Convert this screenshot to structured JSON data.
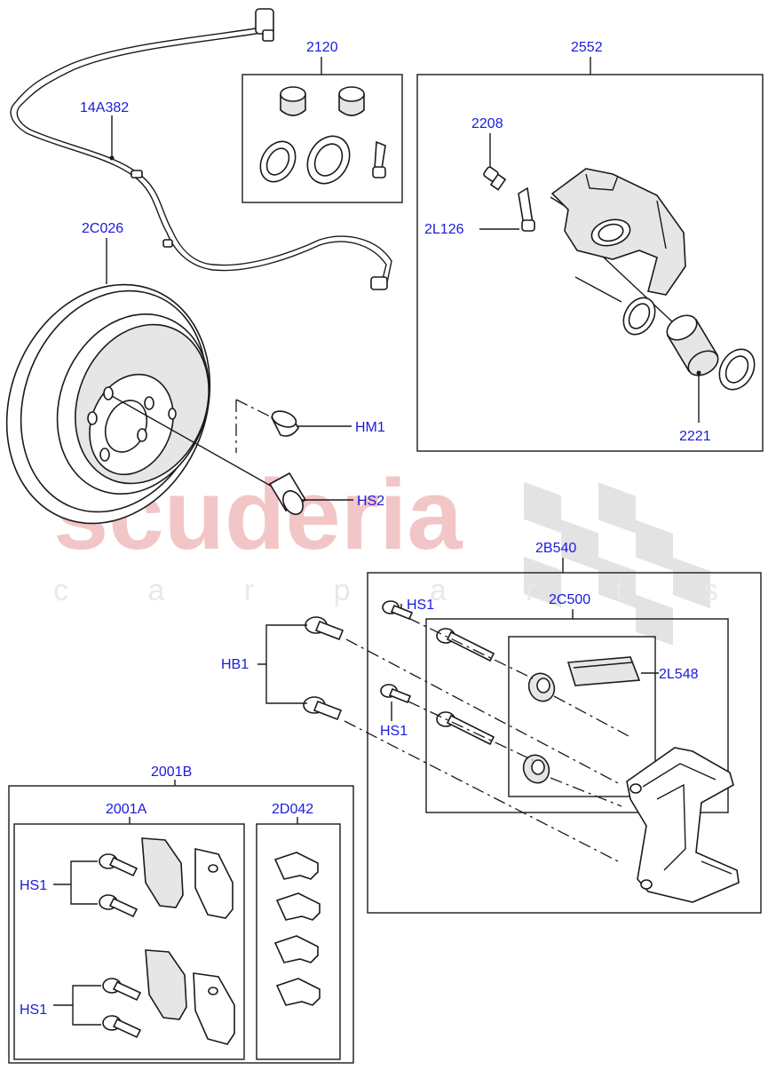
{
  "watermark": {
    "brand": "scuderia",
    "tagline": "c a r   p a r t s"
  },
  "labels": {
    "cable": "14A382",
    "seal_kit": "2120",
    "caliper": "2552",
    "bleed_screw": "2208",
    "bracket_clip": "2L126",
    "piston": "2221",
    "disc": "2C026",
    "hub_bolt": "HM1",
    "disc_screw": "HS2",
    "carrier": "2B540",
    "guide_kit": "2C500",
    "carrier_bolt_top": "HS1",
    "carrier_bolt_bottom": "HS1",
    "grease": "2L548",
    "hub_bolts": "HB1",
    "pad_kit": "2001B",
    "pads": "2001A",
    "pad_clips": "2D042",
    "pad_bolts_top": "HS1",
    "pad_bolts_bottom": "HS1"
  }
}
